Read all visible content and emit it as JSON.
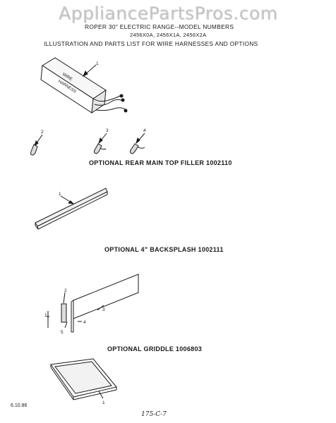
{
  "watermark": "AppliancePartsPros.com",
  "header": {
    "line1": "ROPER 30\" ELECTRIC RANGE--MODEL NUMBERS",
    "line2": "2456X0A, 2456X1A, 2456X2A",
    "line3": "ILLUSTRATION AND PARTS LIST FOR WIRE HARNESSES AND OPTIONS"
  },
  "harness": {
    "callouts": [
      "1",
      "2",
      "3",
      "4"
    ],
    "box_label_1": "WIRE",
    "box_label_2": "HARNESS"
  },
  "sections": {
    "top_filler": "OPTIONAL REAR MAIN TOP FILLER 1002110",
    "backsplash": "OPTIONAL 4\" BACKSPLASH 1002111",
    "griddle": "OPTIONAL GRIDDLE 1006803"
  },
  "filler_callout": "1",
  "backsplash_callouts": [
    "1",
    "2",
    "3",
    "4",
    "5"
  ],
  "griddle_callout": "1",
  "footer": {
    "date": "6.10.86",
    "page_code": "175-C-7"
  }
}
